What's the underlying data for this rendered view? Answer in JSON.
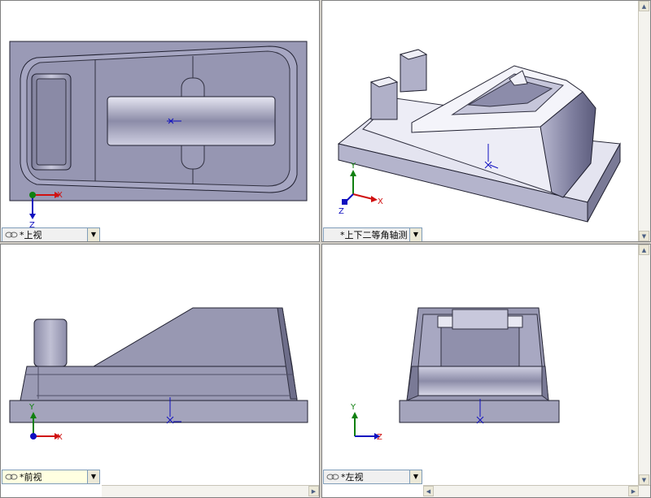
{
  "viewports": {
    "top": {
      "label": "*上视"
    },
    "iso": {
      "label": "*上下二等角轴测"
    },
    "front": {
      "label": "*前视"
    },
    "left": {
      "label": "*左视"
    }
  },
  "axes": {
    "x": "X",
    "y": "Y",
    "z": "Z"
  },
  "icons": {
    "link": "link-chain-icon",
    "dropdown": "chevron-down-icon"
  },
  "colors": {
    "model_face": "#9c9cb8",
    "model_dark": "#6c6c88",
    "model_light": "#d4d4e6",
    "edge": "#202030",
    "axis_x": "#d01010",
    "axis_y": "#108010",
    "axis_z": "#1010c0"
  }
}
